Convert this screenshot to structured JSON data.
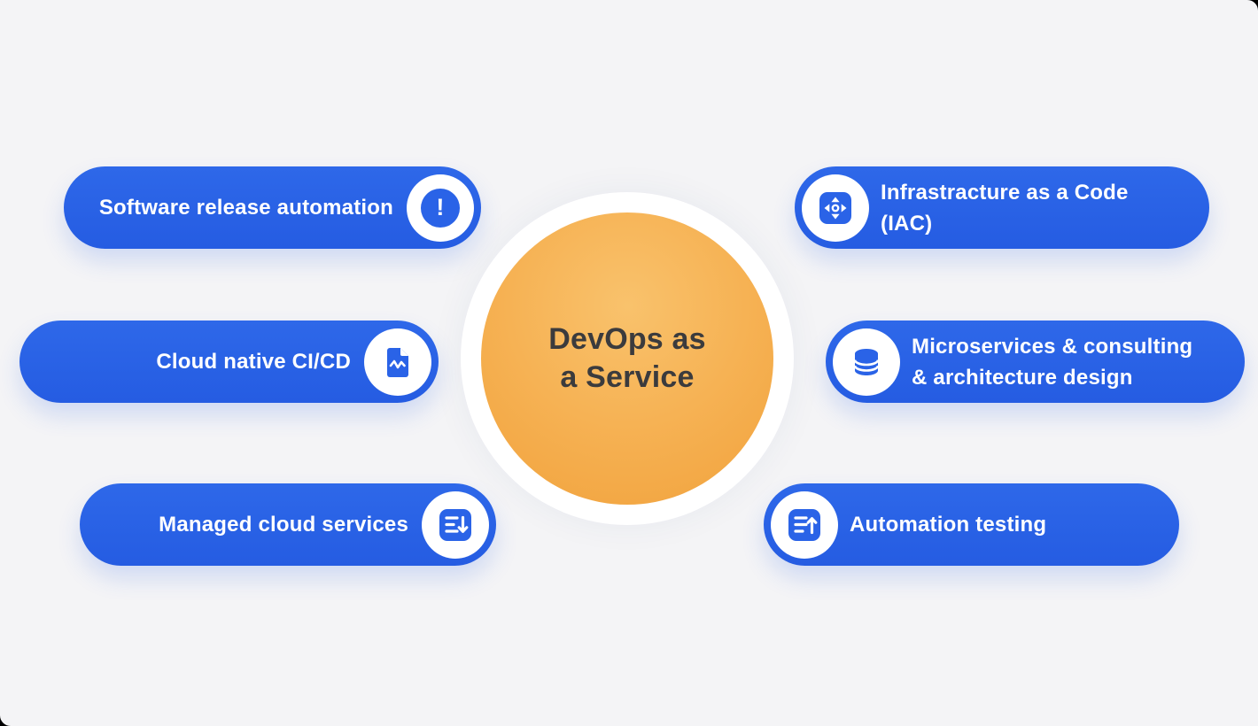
{
  "diagram": {
    "title": "DevOps as a Service",
    "center": {
      "line1": "DevOps as",
      "line2": "a Service"
    }
  },
  "pills": [
    {
      "id": "software-release-automation",
      "side": "left",
      "icon": "exclamation-icon",
      "lines": [
        "Software release automation"
      ]
    },
    {
      "id": "cloud-native-cicd",
      "side": "left",
      "icon": "file-chart-icon",
      "lines": [
        "Cloud native CI/CD"
      ]
    },
    {
      "id": "managed-cloud-services",
      "side": "left",
      "icon": "list-sort-down-icon",
      "lines": [
        "Managed cloud services"
      ]
    },
    {
      "id": "infrastructure-as-code",
      "side": "right",
      "icon": "move-icon",
      "lines": [
        "Infrastracture as a Code",
        "(IAC)"
      ]
    },
    {
      "id": "microservices-consulting",
      "side": "right",
      "icon": "database-icon",
      "lines": [
        "Microservices & consulting",
        "& architecture design"
      ]
    },
    {
      "id": "automation-testing",
      "side": "right",
      "icon": "list-sort-up-icon",
      "lines": [
        "Automation testing"
      ]
    }
  ],
  "colors": {
    "panel_background": "#F4F4F6",
    "pill_blue": "#2A63E7",
    "pill_text": "#FFFFFF",
    "hub_ring": "#FFFFFF",
    "hub_orange_light": "#F9C26C",
    "hub_orange_dark": "#F1A23C",
    "hub_text": "#3B3B3D"
  }
}
